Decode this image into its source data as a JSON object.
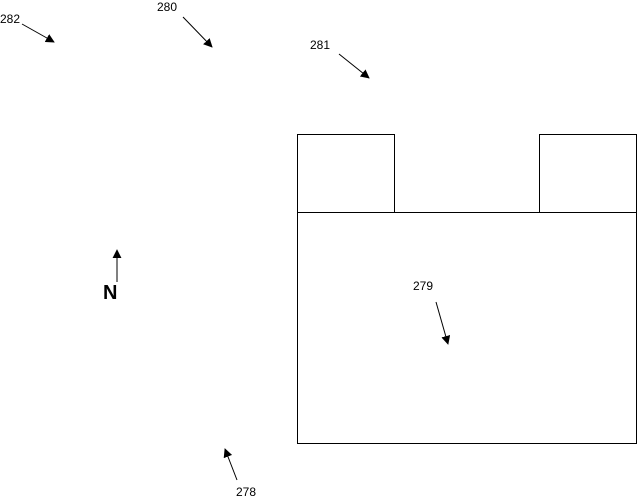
{
  "compass": {
    "label": "N"
  },
  "reference_labels": {
    "r282": "282",
    "r280": "280",
    "r281": "281",
    "r279": "279",
    "r278": "278"
  },
  "colors": {
    "ink": "#000000",
    "background": "#ffffff"
  }
}
